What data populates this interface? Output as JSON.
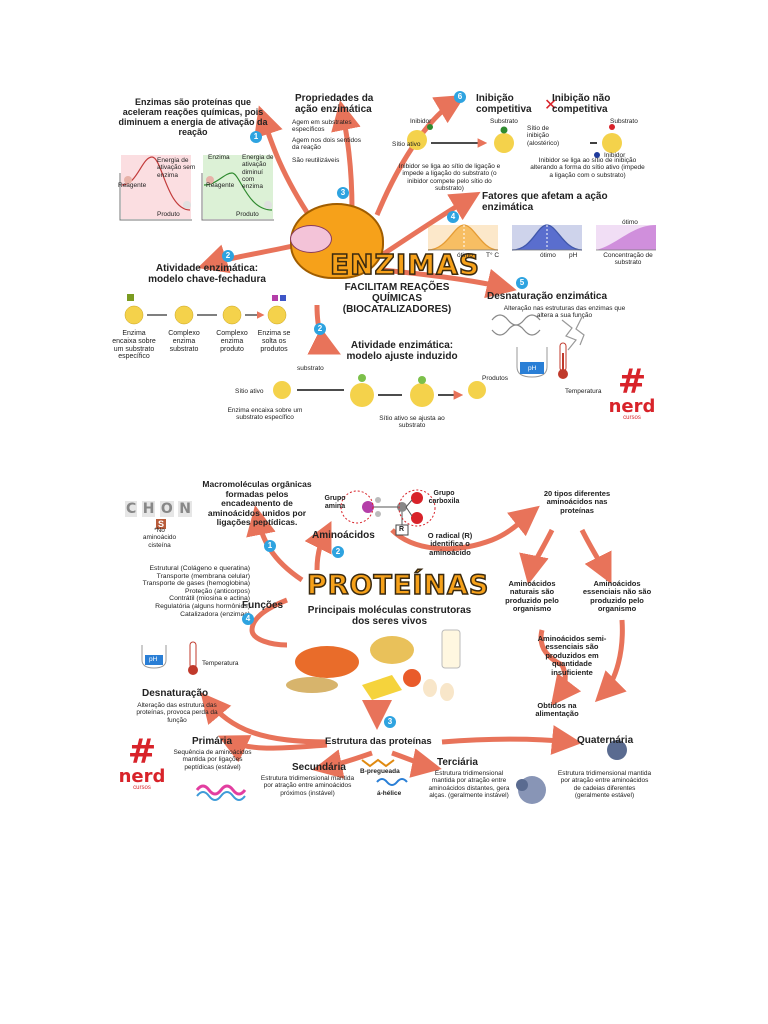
{
  "enzimas": {
    "title": "ENZIMAS",
    "subtitle": "FACILITAM REAÇÕES QUÍMICAS (BIOCATALIZADORES)",
    "definition": "Enzimas são proteínas que aceleram reações químicas, pois diminuem a energia de ativação da reação",
    "graph_a": {
      "label_energy": "Energia de ativação sem enzima",
      "label_reagent": "Reagente",
      "label_product": "Produto"
    },
    "graph_b": {
      "label_enzyme": "Enzima",
      "label_energy": "Energia de ativação diminuí com enzima",
      "label_reagent": "Reagente",
      "label_product": "Produto"
    },
    "propriedades": {
      "title": "Propriedades da ação enzimática",
      "items": [
        "Agem em substrates específicos",
        "Agem nos dois sentidos da reação",
        "São reutilizáveis"
      ]
    },
    "inibicao": {
      "competitiva": "Inibição competitiva",
      "nao_competitiva": "Inibição não competitiva",
      "inibidor": "Inibidor",
      "substrato": "Substrato",
      "sitio_ativo": "Sítio ativo",
      "sitio_inibicao": "Sítio de inibição (alostérico)",
      "inibidor2": "Inibidor",
      "substrato2": "Substrato",
      "text_comp": "Inibidor se liga ao sítio de ligação e impede a ligação do substrato (o inibidor compete pelo sítio do substrato)",
      "text_nao": "Inibidor se liga ao sítio de inibição alterando a forma do sítio ativo (impede a ligação com o substrato)"
    },
    "fatores": {
      "title": "Fatores que afetam a ação enzimática",
      "graphs": [
        {
          "peak": "ótimo",
          "axis": "T° C"
        },
        {
          "peak": "ótimo",
          "axis": "pH"
        },
        {
          "peak": "ótimo",
          "axis": "Concentração de substrato"
        }
      ]
    },
    "chave": {
      "title": "Atividade enzimática: modelo chave-fechadura",
      "steps": [
        "Enzima encaixa sobre um substrato específico",
        "Complexo enzima substrato",
        "Complexo enzima produto",
        "Enzima se solta os produtos"
      ]
    },
    "ajuste": {
      "title": "Atividade enzimática: modelo ajuste induzido",
      "substrato": "substrato",
      "sitio": "Sítio ativo",
      "produtos": "Produtos",
      "caption1": "Enzima encaixa sobre um substrato específico",
      "caption2": "Sítio ativo se ajusta ao substrato"
    },
    "desnaturacao": {
      "title": "Desnaturação enzimática",
      "text": "Alteração nas estruturas das enzimas que altera a sua função",
      "ph": "pH",
      "temperatura": "Temperatura"
    },
    "badges": [
      "1",
      "2",
      "3",
      "4",
      "5",
      "6",
      "2"
    ]
  },
  "proteinas": {
    "title": "PROTEÍNAS",
    "subtitle": "Principais moléculas construtoras dos seres vivos",
    "chon": [
      "C",
      "H",
      "O",
      "N"
    ],
    "s_note": "S",
    "chon_note": "*No aminoácido cisteína",
    "macro": "Macromoléculas orgânicas formadas pelos encadeamento de aminoácidos unidos por ligações peptídicas.",
    "aminoacidos": "Aminoácidos",
    "grupo_amina": "Grupo amina",
    "grupo_carboxila": "Grupo carboxila",
    "radical": "O radical (R) identifica o aminoácido",
    "r_label": "R",
    "tipos": "20 tipos diferentes aminoácidos nas proteínas",
    "naturais": "Aminoácidos naturais são produzido pelo organismo",
    "essenciais": "Aminoácidos essenciais não são produzido pelo organismo",
    "semi": "Aminoácidos semi-essenciais são produzidos em quantidade insuficiente",
    "alimentacao": "Obtidos na alimentação",
    "funcoes": {
      "title": "Funções",
      "items": [
        "Estrutural (Colágeno e queratina)",
        "Transporte (membrana celular)",
        "Transporte de gases (hemoglobina)",
        "Proteção (anticorpos)",
        "Contrátil (miosina e actina)",
        "Regulatória (alguns hormônios)",
        "Catalizadora (enzimas)"
      ]
    },
    "ph": "pH",
    "temperatura": "Temperatura",
    "desnaturacao": {
      "title": "Desnaturação",
      "text": "Alteração das estrutura das proteínas, provoca perda da função"
    },
    "estrutura": "Estrutura das proteínas",
    "primaria": {
      "title": "Primária",
      "text": "Sequência de aminoácidos mantida por ligações peptídicas (estável)"
    },
    "secundaria": {
      "title": "Secundária",
      "text": "Estrutura tridimensional mantida por atração entre aminoácidos próximos (instável)"
    },
    "b_pregueada": "B-pregueada",
    "a_helice": "á-hélice",
    "terciaria": {
      "title": "Terciária",
      "text": "Estrutura tridimensional mantida por atração entre aminoácidos distantes, gera alças. (geralmente instável)"
    },
    "quaternaria": {
      "title": "Quaternária",
      "text": "Estrutura tridimensional mantida por atração entre aminoácidos de cadeias diferentes (geralmente estável)"
    },
    "badges": [
      "1",
      "2",
      "3",
      "4"
    ]
  },
  "logo": {
    "hash": "#",
    "nerd": "nerd",
    "cursos": "cursos"
  },
  "colors": {
    "arrow": "#e8735a",
    "badge": "#2ea3e0",
    "title": "#f6a11a",
    "logo": "#d8232a"
  }
}
